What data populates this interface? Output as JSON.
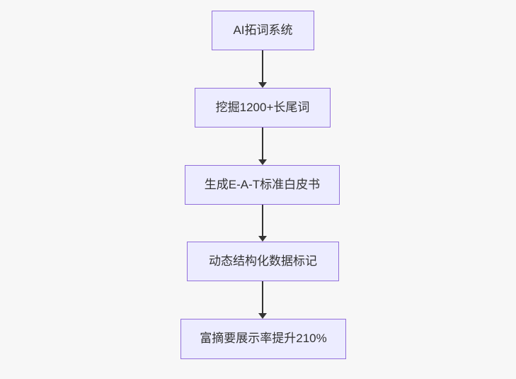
{
  "flowchart": {
    "type": "flowchart",
    "direction": "top-down",
    "nodes": [
      {
        "id": "n1",
        "label": "AI拓词系统"
      },
      {
        "id": "n2",
        "label": "挖掘1200+长尾词"
      },
      {
        "id": "n3",
        "label": "生成E-A-T标准白皮书"
      },
      {
        "id": "n4",
        "label": "动态结构化数据标记"
      },
      {
        "id": "n5",
        "label": "富摘要展示率提升210%"
      }
    ],
    "edges": [
      {
        "from": "n1",
        "to": "n2",
        "style": "arrow-down"
      },
      {
        "from": "n2",
        "to": "n3",
        "style": "arrow-down"
      },
      {
        "from": "n3",
        "to": "n4",
        "style": "arrow-down"
      },
      {
        "from": "n4",
        "to": "n5",
        "style": "arrow-down"
      }
    ],
    "colors": {
      "background": "#f7f7f7",
      "node_fill": "#ECECFF",
      "node_border": "#9370DB",
      "node_text": "#333333",
      "arrow": "#333333"
    }
  }
}
